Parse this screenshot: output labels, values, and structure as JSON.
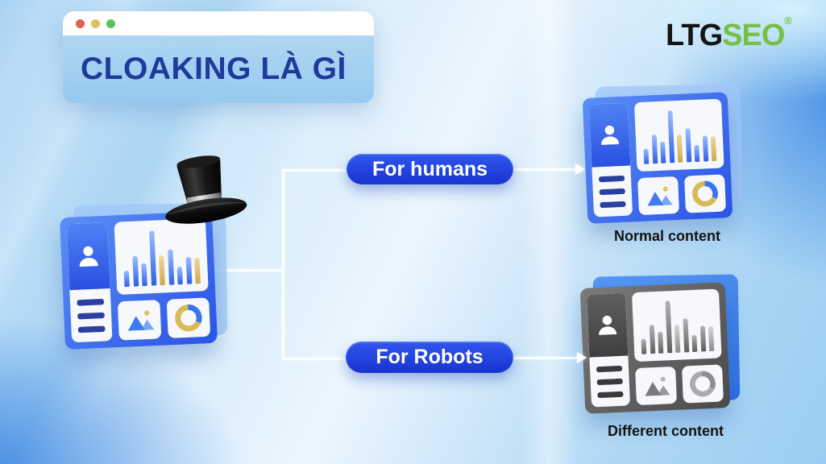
{
  "browser_card": {
    "title": "CLOAKING LÀ GÌ",
    "title_color": "#1e3a9c",
    "dots": [
      "#e0614f",
      "#ddc05c",
      "#58c35a"
    ]
  },
  "logo": {
    "text_black": "LTG",
    "text_green": "SEO",
    "registered_mark": "®",
    "green": "#76c043",
    "black": "#151515"
  },
  "flow": {
    "button_color": "#1f3fd9",
    "connector_color": "#ffffff",
    "buttons": [
      {
        "label": "For humans"
      },
      {
        "label": "For Robots"
      }
    ],
    "results": [
      {
        "label": "Normal content",
        "theme": "blue"
      },
      {
        "label": "Different content",
        "theme": "gray"
      }
    ]
  },
  "sites": {
    "bar_heights": [
      30,
      56,
      42,
      100,
      54,
      64,
      33,
      50,
      47
    ],
    "bar_kinds": [
      "b",
      "b",
      "b",
      "b",
      "g",
      "b",
      "b",
      "b",
      "g"
    ],
    "text_line_count": 3
  }
}
